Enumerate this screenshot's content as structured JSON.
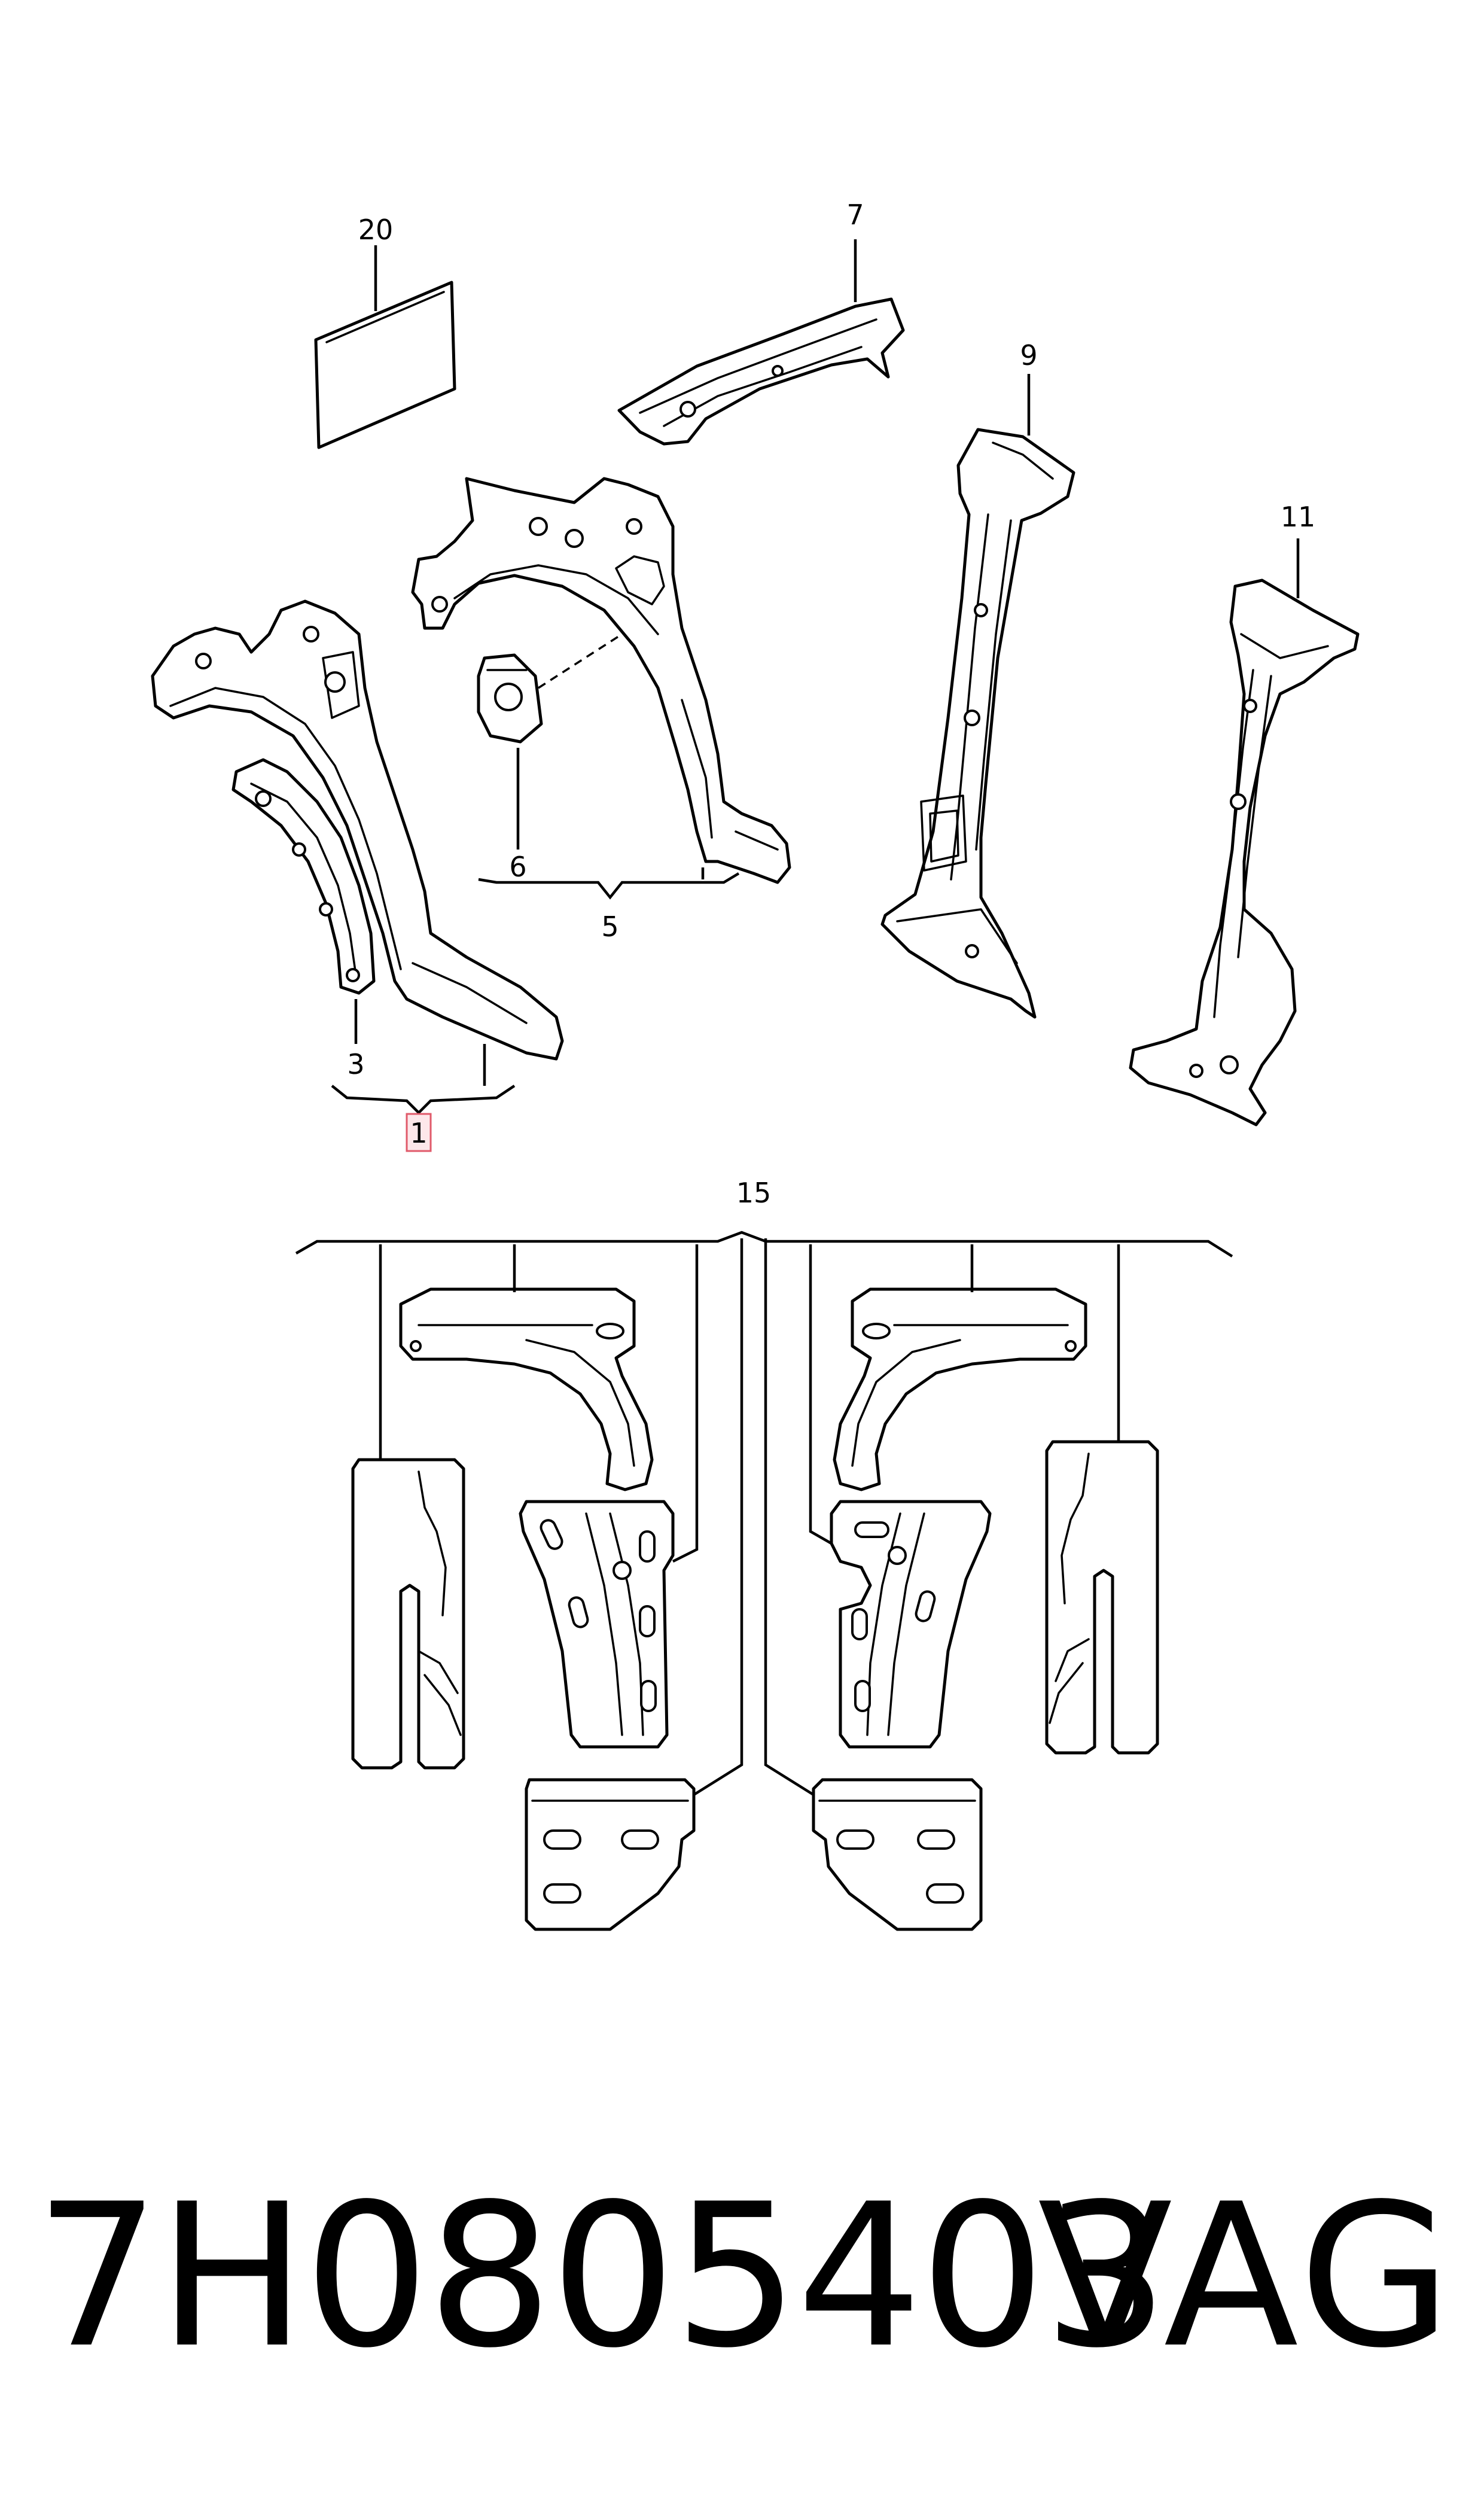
{
  "callouts": {
    "c1": "1",
    "c3": "3",
    "c5": "5",
    "c6": "6",
    "c7": "7",
    "c9": "9",
    "c11": "11",
    "c15": "15",
    "c20": "20"
  },
  "footer": {
    "part_number": "7H0805403",
    "brand": "VAG"
  },
  "colors": {
    "line": "#000000",
    "highlight_fill": "#fde7ea",
    "highlight_stroke": "#e05a6a"
  }
}
